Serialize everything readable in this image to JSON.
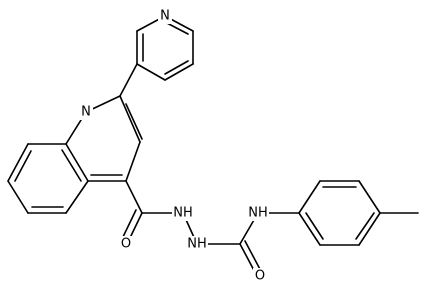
{
  "atom_labels": {
    "pyridine_n": "N",
    "quinoline_n": "N",
    "hydrazide_nh_1": "NH",
    "hydrazide_nh_2": "NH",
    "anilide_nh": "NH",
    "carbonyl_o_1": "O",
    "carbonyl_o_2": "O"
  },
  "colors": {
    "ink": "#000000",
    "background": "#ffffff"
  }
}
